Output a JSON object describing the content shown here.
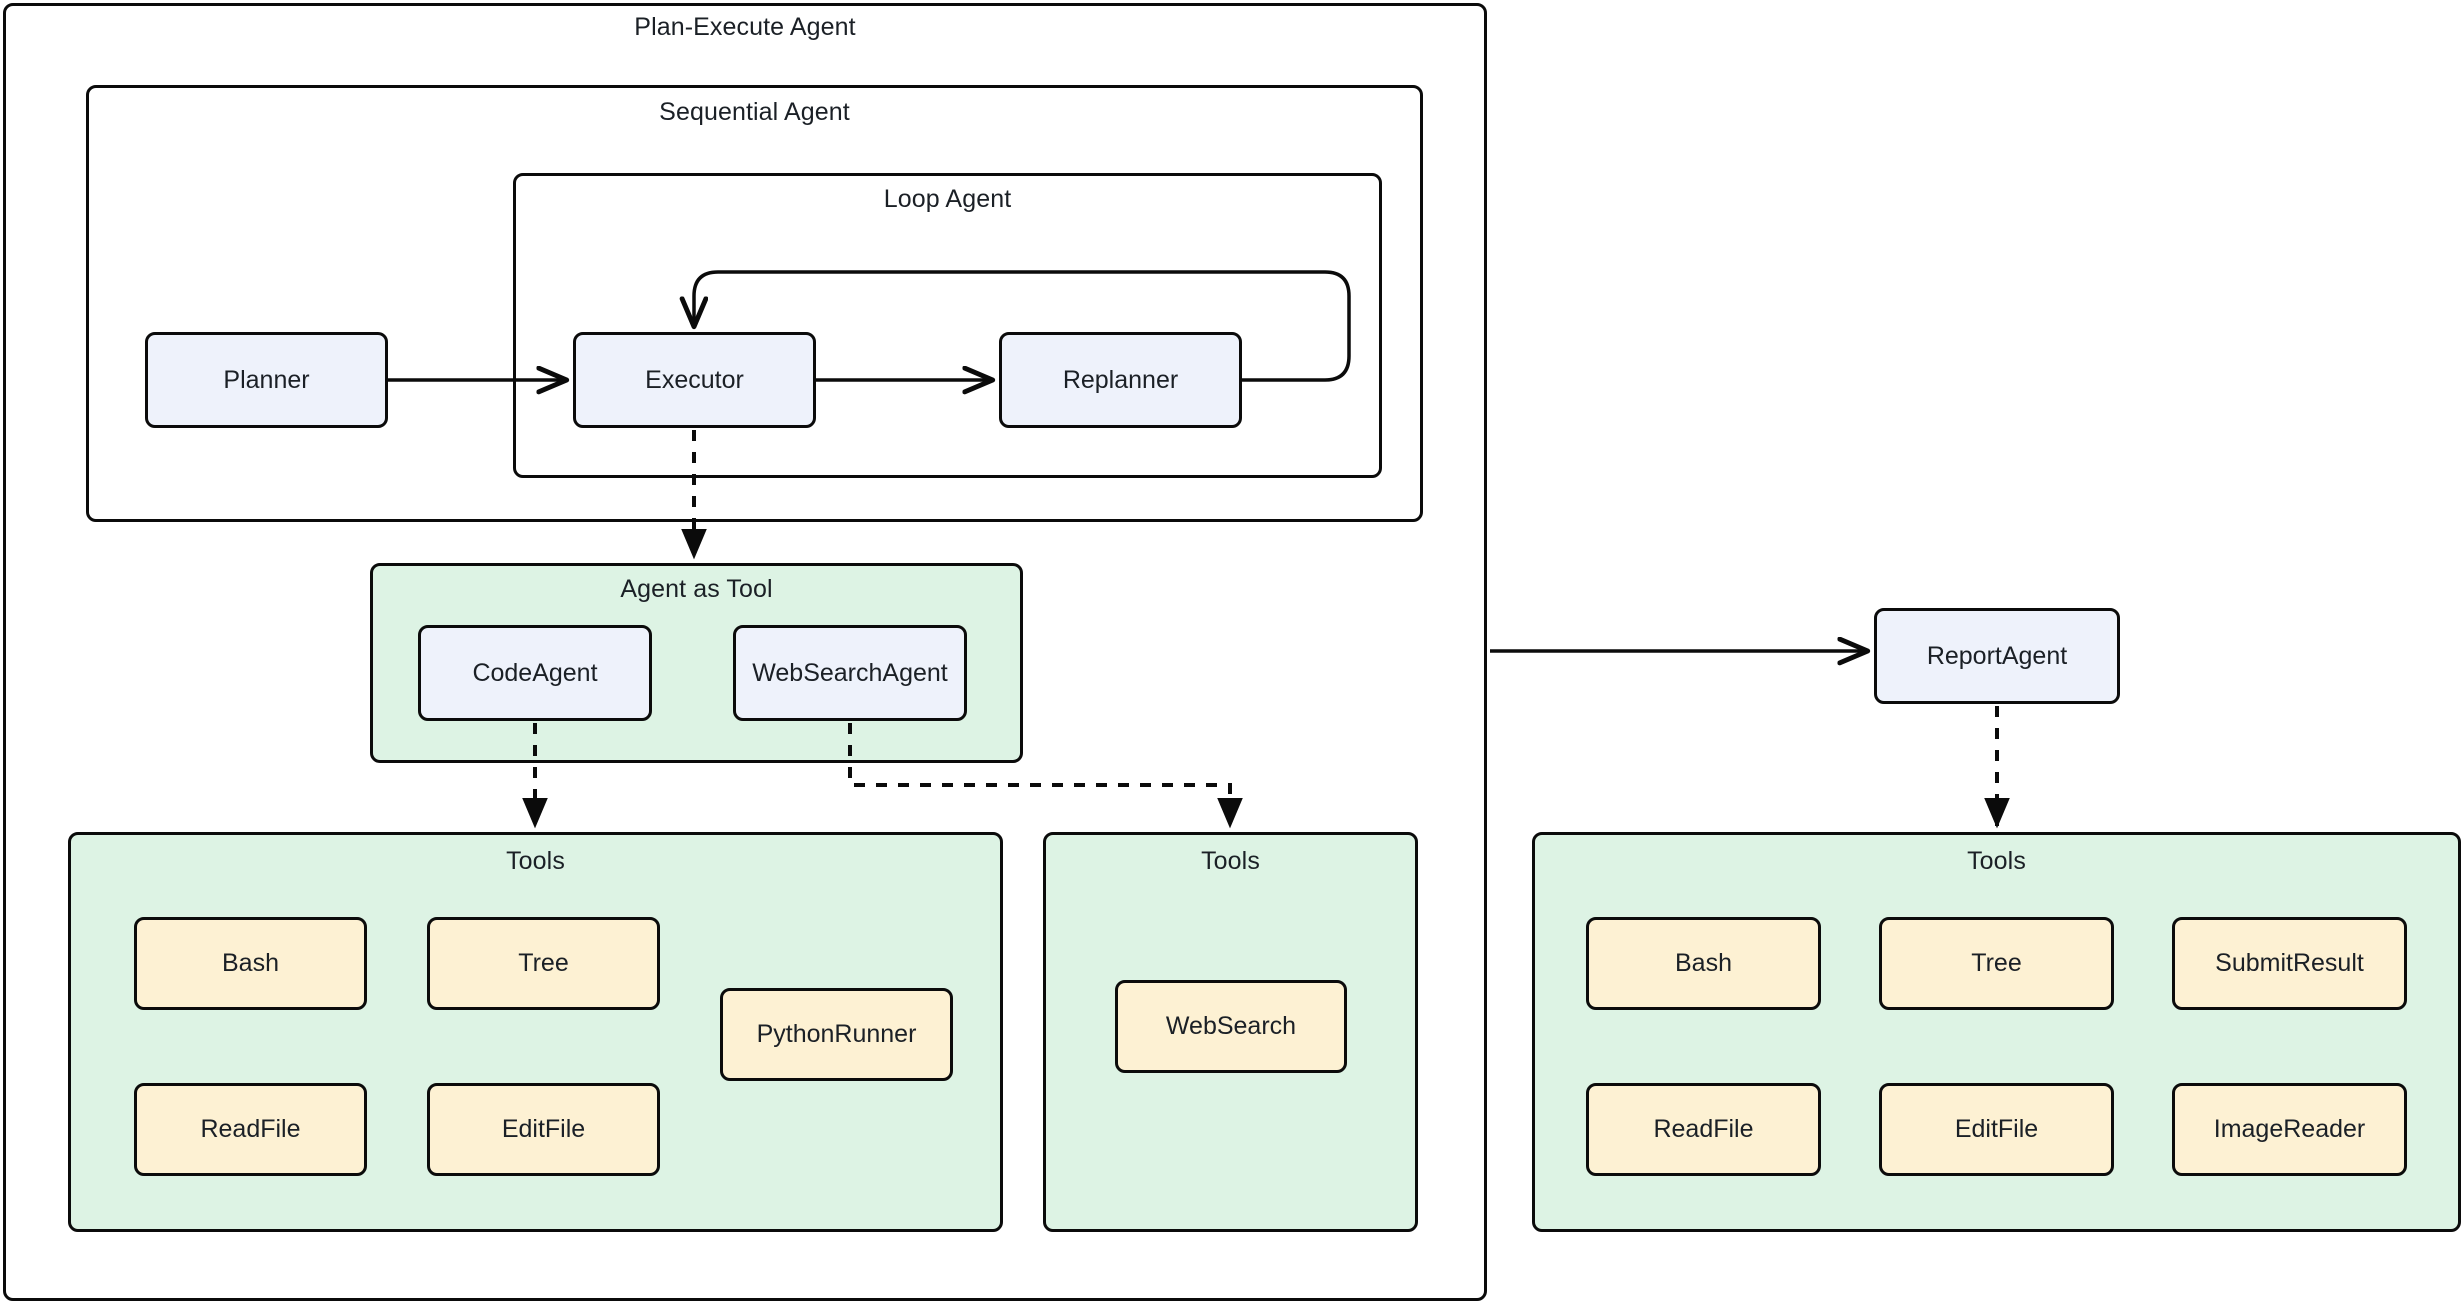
{
  "diagram": {
    "title": "Plan-Execute Agent",
    "colors": {
      "agent_fill": "#eef2fb",
      "tool_fill": "#fdf1d3",
      "group_fill": "#ddf3e4",
      "stroke": "#0b0b0b",
      "text": "#1b2026",
      "background": "#ffffff"
    },
    "groups": {
      "plan_execute_agent": "Plan-Execute Agent",
      "sequential_agent": "Sequential Agent",
      "loop_agent": "Loop Agent",
      "agent_as_tool": "Agent as Tool",
      "tools_code": "Tools",
      "tools_websearch": "Tools",
      "tools_report": "Tools"
    },
    "agents": {
      "planner": "Planner",
      "executor": "Executor",
      "replanner": "Replanner",
      "code_agent": "CodeAgent",
      "web_search_agent": "WebSearchAgent",
      "report_agent": "ReportAgent"
    },
    "tools_code_list": [
      "Bash",
      "Tree",
      "PythonRunner",
      "ReadFile",
      "EditFile"
    ],
    "tools_websearch_list": [
      "WebSearch"
    ],
    "tools_report_list": [
      "Bash",
      "Tree",
      "SubmitResult",
      "ReadFile",
      "EditFile",
      "ImageReader"
    ]
  }
}
